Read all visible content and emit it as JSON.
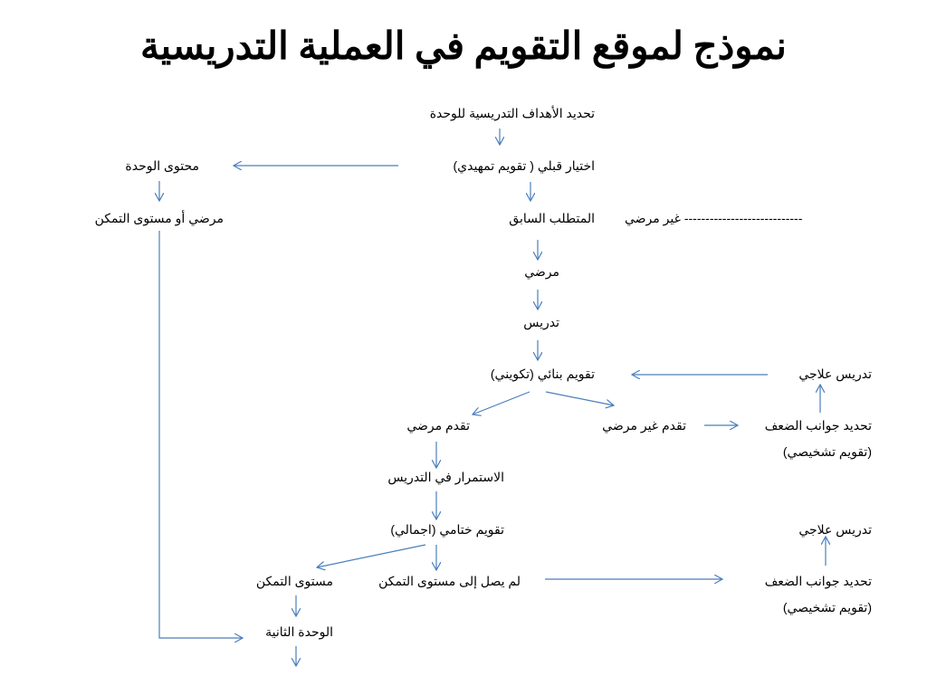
{
  "title": "نموذج لموقع التقويم في العملية التدريسية",
  "nodes": {
    "objectives": "تحديد الأهداف التدريسية للوحدة",
    "pretest": "اختيار قبلي ( تقويم تمهيدي)",
    "unit_content": "محتوى الوحدة",
    "satisfactory_or_mastery": "مرضي أو مستوى التمكن",
    "prerequisite": "المتطلب السابق",
    "unsatisfactory_dashed": "غير مرضي ----------------------------",
    "satisfactory": "مرضي",
    "teaching": "تدريس",
    "formative": "تقويم بنائي (تكويني)",
    "remedial_1": "تدريس علاجي",
    "progress_satisfactory": "تقدم مرضي",
    "progress_unsatisfactory": "تقدم غير مرضي",
    "weakness_1": "تحديد جوانب الضعف",
    "diagnostic_1": "(تقويم تشخيصي)",
    "continue_teaching": "الاستمرار في التدريس",
    "summative": "تقويم ختامي (اجمالي)",
    "remedial_2": "تدريس علاجي",
    "mastery_level": "مستوى التمكن",
    "not_mastery": "لم يصل إلى مستوى التمكن",
    "weakness_2": "تحديد جوانب الضعف",
    "diagnostic_2": "(تقويم تشخيصي)",
    "second_unit": "الوحدة الثانية"
  },
  "colors": {
    "arrow": "#4a7ebb",
    "text": "#000000",
    "background": "#ffffff"
  }
}
